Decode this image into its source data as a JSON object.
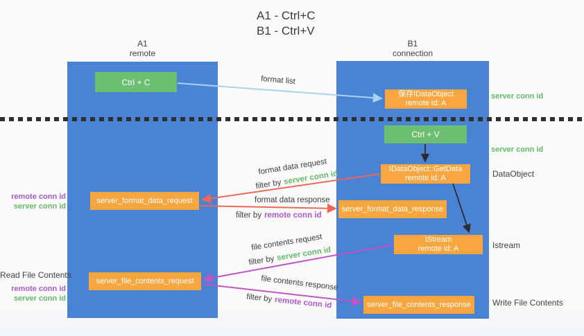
{
  "title": {
    "line1": "A1 - Ctrl+C",
    "line2": "B1 - Ctrl+V"
  },
  "lanes": {
    "left": {
      "id": "A1",
      "role": "remote"
    },
    "right": {
      "id": "B1",
      "role": "connection"
    }
  },
  "nodes": {
    "ctrl_c": {
      "label": "Ctrl + C"
    },
    "save_dataobject": {
      "line1": "保存IDataObject",
      "line2": "remote id: A"
    },
    "ctrl_v": {
      "label": "Ctrl + V"
    },
    "getdata": {
      "line1": "IDataObject::GetData",
      "line2": "remote id: A"
    },
    "format_request": {
      "label": "server_format_data_request"
    },
    "format_response": {
      "label": "server_format_data_response"
    },
    "istream": {
      "line1": "IStream",
      "line2": "remote id: A"
    },
    "file_request": {
      "label": "server_file_contents_request"
    },
    "file_response": {
      "label": "server_file_contents_response"
    }
  },
  "edge_labels": {
    "format_list": "format list",
    "format_request": "format data request",
    "format_request_filter": {
      "prefix": "filter by",
      "key": "server conn id"
    },
    "format_response": "format data response",
    "format_response_filter": {
      "prefix": "filter by",
      "key": "remote conn id"
    },
    "file_request": "file contents request",
    "file_request_filter": {
      "prefix": "filter by",
      "key": "server conn id"
    },
    "file_response": "file contents response",
    "file_response_filter": {
      "prefix": "filter by",
      "key": "remote conn id"
    }
  },
  "annotations": {
    "right": {
      "server_conn_top": "server conn id",
      "server_conn_mid": "server conn id",
      "dataobject": "DataObject",
      "istream": "Istream",
      "write_file": "Write File Contents"
    },
    "left": {
      "format_remote": "remote conn id",
      "format_server": "server conn id",
      "read_file": "Read File Contents",
      "file_remote": "remote conn id",
      "file_server": "server conn id"
    }
  },
  "colors": {
    "lane_blue": "#4a82d4",
    "box_green": "#6cbe70",
    "box_orange": "#f7a640",
    "arrow_red": "#ee6757",
    "arrow_magenta": "#bf55c6",
    "arrow_lightblue": "#a8d2f0",
    "arrow_black": "#2d2d2d",
    "text_green": "#62bb66",
    "text_purple": "#ae58cf"
  }
}
